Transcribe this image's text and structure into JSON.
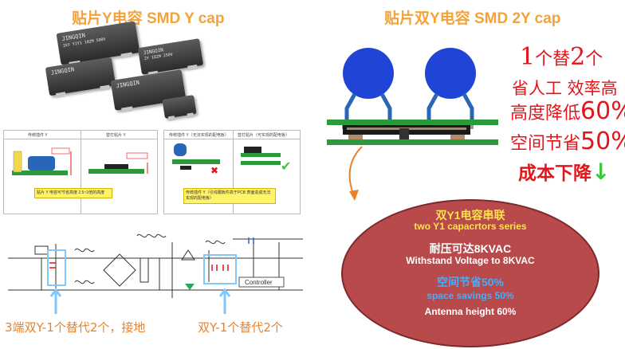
{
  "titles": {
    "left": "贴片Y电容 SMD Y cap",
    "right": "贴片双Y电容 SMD 2Y cap"
  },
  "product_photo": {
    "brand": "JINGQIN",
    "marking_1": "2kY Y1Y1 102M 500V",
    "marking_2": "2Y 102M 250V"
  },
  "comparison": {
    "headers": [
      "传统插件 Y",
      "替打贴片 Y",
      "传统插件 Y（无法实现的配电板）",
      "替打贴片（可实现的配电板）"
    ],
    "note_left": "贴片 Y 电容可节省高度 2.5~3倍的高度",
    "note_right": "传统插件 Y（引线跟板件高于PCB 表面造成无法实现的配电板）"
  },
  "right_advantages": {
    "line1_a": "1",
    "line1_b": "个替",
    "line1_c": "2",
    "line1_d": "个",
    "line2": "省人工 效率高",
    "line3_a": "高度降低",
    "line3_b": "60%",
    "line4_a": "空间节省",
    "line4_b": "50%",
    "line5": "成本下降",
    "arrow": "↓"
  },
  "bubble": {
    "line1": "双Y1电容串联",
    "line2": "two Y1 capacrtors series",
    "line3": "耐压可达8KVAC",
    "line4": "Withstand Voltage to 8KVAC",
    "line5": "空间节省50%",
    "line6": "space savings 50%",
    "line7": "Antenna height 60%"
  },
  "circuit": {
    "controller_label": "Controller",
    "caption_left": "3端双Y-1个替代2个，接地",
    "caption_right": "双Y-1个替代2个"
  },
  "colors": {
    "title": "#f2a33a",
    "advantage_red": "#e3151b",
    "bubble_fill": "#b94a4c",
    "bubble_yellow": "#ffe14d",
    "bubble_blue": "#3fb0ff",
    "pcb_green": "#2a9a3a",
    "disc_blue": "#1f44d6",
    "caption_orange": "#e8832a"
  }
}
